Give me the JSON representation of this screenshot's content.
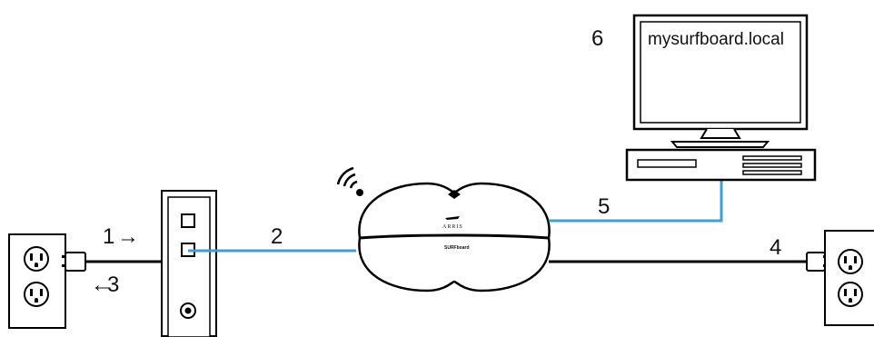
{
  "diagram": {
    "step_labels": [
      "1",
      "2",
      "3",
      "4",
      "5",
      "6"
    ],
    "arrows": {
      "step1": "→",
      "step3": "←"
    },
    "computer_screen_text": "mysurfboard.local",
    "router_brand": "ARRIS",
    "router_model": "SURFboard"
  },
  "colors": {
    "ethernet_cable": "#3d9fd9",
    "power_cable": "#000000",
    "outline": "#000000"
  },
  "icons": [
    "wall-outlet-icon",
    "power-plug-icon",
    "cable-modem-icon",
    "coax-port-icon",
    "wifi-signal-icon",
    "wireless-router-icon",
    "desktop-computer-icon"
  ]
}
